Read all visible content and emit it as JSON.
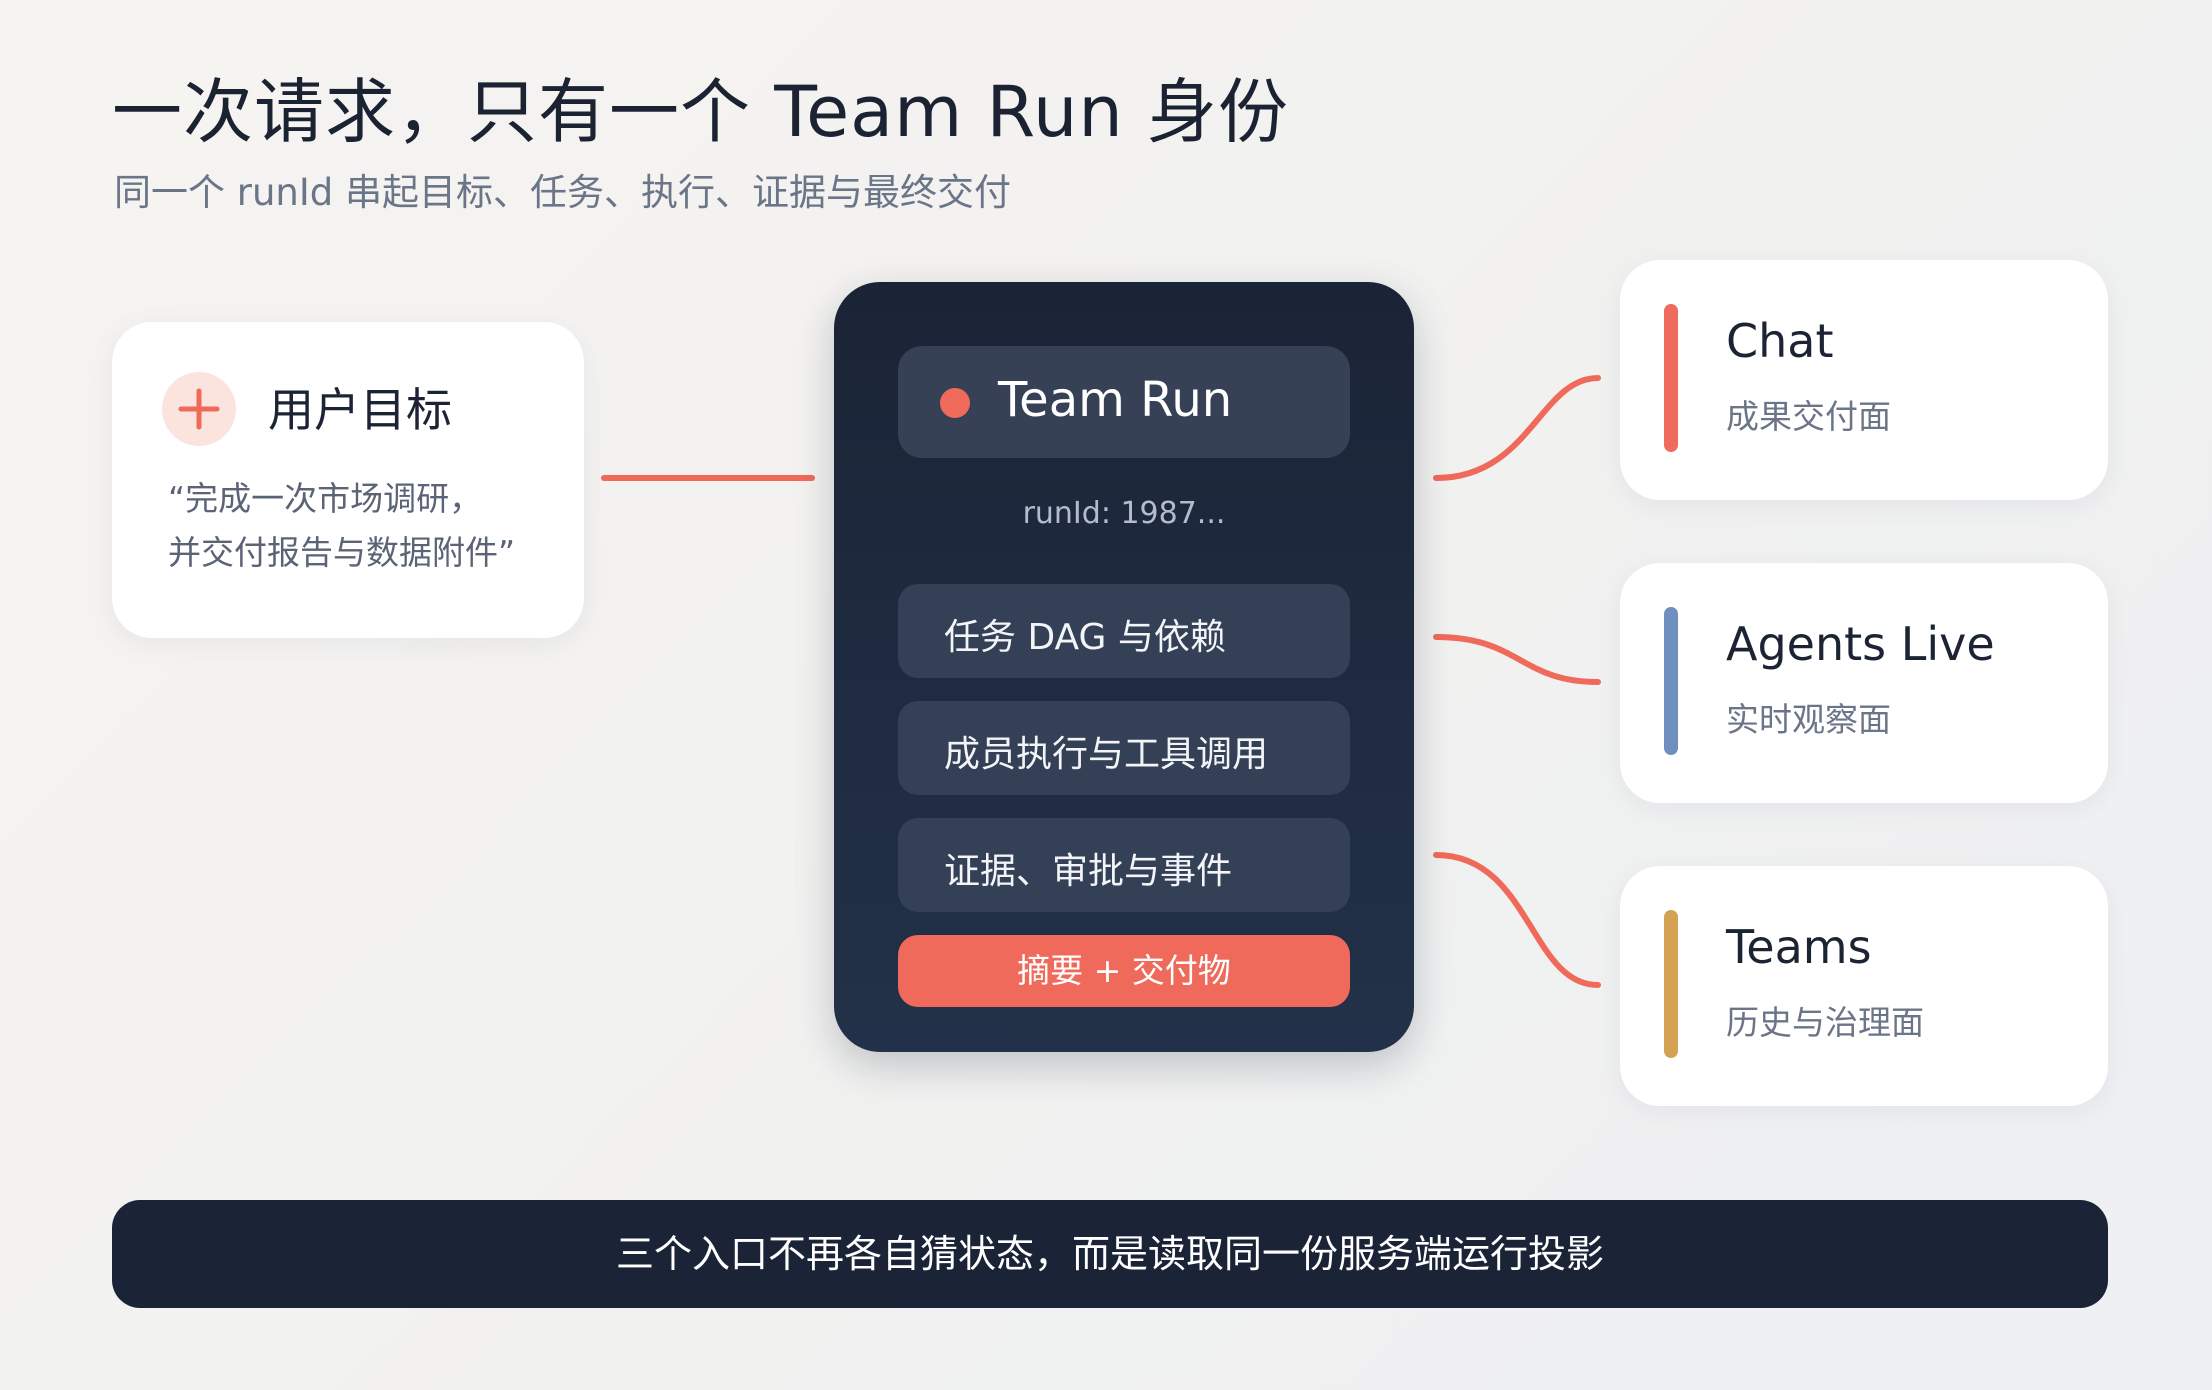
{
  "header": {
    "title": "一次请求，只有一个 Team Run 身份",
    "subtitle": "同一个 runId 串起目标、任务、执行、证据与最终交付"
  },
  "goal": {
    "icon": "plus-icon",
    "title": "用户目标",
    "quote": "“完成一次市场调研，\n并交付报告与数据附件”"
  },
  "core": {
    "title": "Team Run",
    "run_id": "runId: 1987...",
    "rows": [
      "任务 DAG 与依赖",
      "成员执行与工具调用",
      "证据、审批与事件"
    ],
    "cta": "摘要 + 交付物"
  },
  "surfaces": [
    {
      "title": "Chat",
      "desc": "成果交付面",
      "color": "#ee6b5d"
    },
    {
      "title": "Agents Live",
      "desc": "实时观察面",
      "color": "#6f8fbe"
    },
    {
      "title": "Teams",
      "desc": "历史与治理面",
      "color": "#d4a252"
    }
  ],
  "footer": {
    "text": "三个入口不再各自猜状态，而是读取同一份服务端运行投影"
  },
  "colors": {
    "accent": "#ef6a5b",
    "core_bg": "#1f2a3f",
    "footer_bg": "#1b2336"
  }
}
